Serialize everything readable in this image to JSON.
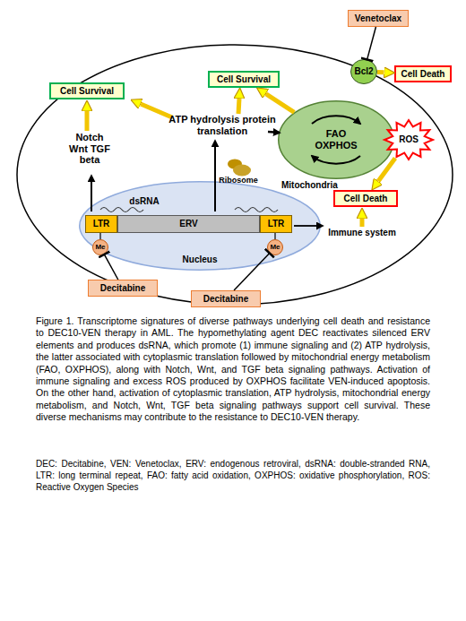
{
  "diagram": {
    "caption": "Figure 1. Transcriptome signatures of diverse pathways underlying cell death and resistance to DEC10-VEN therapy in AML. The hypomethylating agent DEC reactivates silenced ERV elements and produces dsRNA, which promote (1) immune signaling and (2) ATP hydrolysis, the latter associated with cytoplasmic translation followed by mitochondrial energy metabolism (FAO, OXPHOS), along with Notch, Wnt, and TGF beta signaling pathways. Activation of immune signaling and excess ROS produced by OXPHOS facilitate VEN-induced apoptosis. On the other hand, activation of cytoplasmic translation, ATP hydrolysis, mitochondrial energy metabolism, and Notch, Wnt, TGF beta signaling pathways support cell survival. These diverse mechanisms may contribute to the resistance to DEC10-VEN therapy.",
    "nodes": [
      {
        "text": [
          "Venetoclax"
        ]
      },
      {
        "text": [
          "Bcl2"
        ]
      },
      {
        "text": [
          "Cell Death"
        ]
      },
      {
        "text": [
          "Cell Survival"
        ]
      },
      {
        "text": [
          "Cell Survival"
        ]
      },
      {
        "text": [
          "FAO OXPHOS",
          "Mitochondria"
        ]
      },
      {
        "text": [
          "ROS"
        ]
      },
      {
        "text": [
          "Cell Death"
        ]
      },
      {
        "text": [
          "Nucleus"
        ]
      },
      {
        "text": [
          "LTR"
        ],
        "in": 8
      },
      {
        "text": [
          "ERV"
        ],
        "in": 8
      },
      {
        "text": [
          "LTR"
        ],
        "in": 8
      },
      {
        "text": [
          "Me"
        ],
        "in": 8
      },
      {
        "text": [
          "Me"
        ],
        "in": 8
      },
      {
        "text": [
          "Decitabine"
        ]
      },
      {
        "text": [
          "Decitabine"
        ]
      }
    ],
    "edges": [
      {
        "from": 0,
        "to": 1,
        "arrow": "to"
      },
      {
        "from": 1,
        "to": 2,
        "arrow": "to"
      },
      {
        "from": 5,
        "to": 4,
        "arrow": "to"
      },
      {
        "from": 6,
        "to": 7,
        "arrow": "to"
      },
      {
        "from": 14,
        "to": 12,
        "arrow": "to"
      },
      {
        "from": 15,
        "to": 13,
        "arrow": "to"
      }
    ],
    "labels": [
      "ATP hydrolysis protein translation",
      "Notch Wnt TGF beta",
      "Ribosome",
      "dsRNA",
      "Immune system",
      "DEC: Decitabine, VEN: Venetoclax, ERV: endogenous retroviral, dsRNA: double-stranded RNA, LTR: long terminal repeat, FAO: fatty acid oxidation, OXPHOS: oxidative phosphorylation, ROS: Reactive Oxygen Species"
    ]
  }
}
